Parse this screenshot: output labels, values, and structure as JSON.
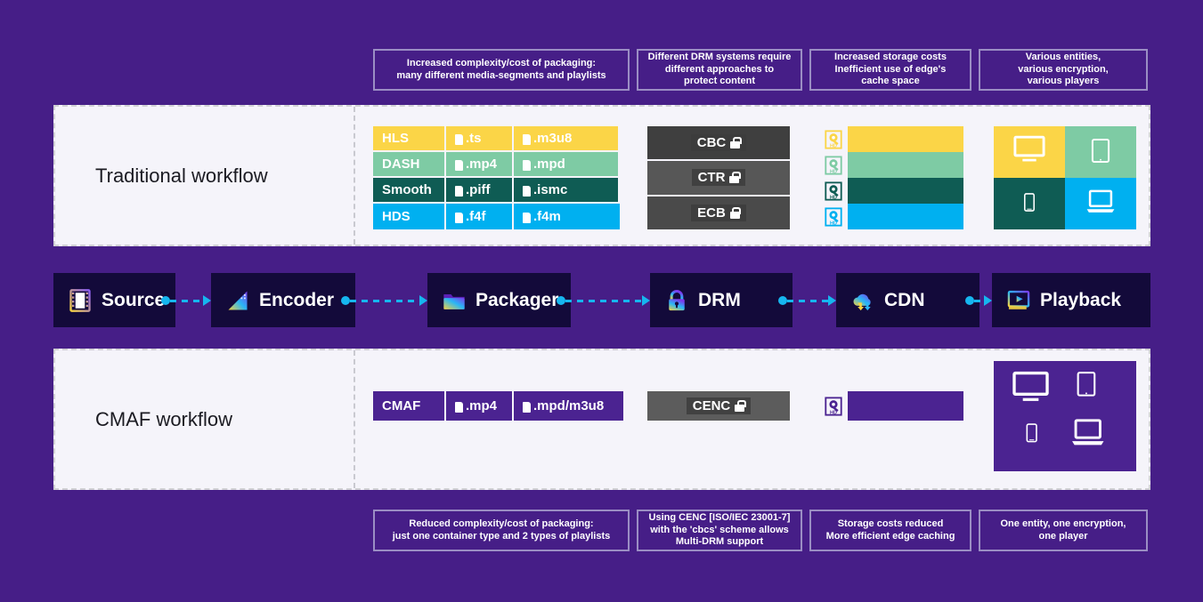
{
  "background_color": "#461E87",
  "top_callouts": [
    {
      "text": "Increased complexity/cost of packaging:\nmany different media-segments and playlists"
    },
    {
      "text": "Different DRM systems require\ndifferent approaches to\nprotect content"
    },
    {
      "text": "Increased storage costs\nInefficient use of edge's\ncache space"
    },
    {
      "text": "Various entities,\nvarious encryption,\nvarious players"
    }
  ],
  "bottom_callouts": [
    {
      "text": "Reduced complexity/cost of packaging:\njust one container type and 2 types of playlists"
    },
    {
      "text": "Using CENC [ISO/IEC 23001-7]\nwith the 'cbcs' scheme allows\nMulti-DRM support"
    },
    {
      "text": "Storage costs reduced\nMore efficient edge caching"
    },
    {
      "text": "One entity, one encryption,\none player"
    }
  ],
  "traditional": {
    "title": "Traditional workflow",
    "formats": [
      {
        "name": "HLS",
        "container": ".ts",
        "playlist": ".m3u8",
        "color": "#fbd547"
      },
      {
        "name": "DASH",
        "container": ".mp4",
        "playlist": ".mpd",
        "color": "#7ecba4"
      },
      {
        "name": "Smooth",
        "container": ".piff",
        "playlist": ".ismc",
        "color": "#0f5c54"
      },
      {
        "name": "HDS",
        "container": ".f4f",
        "playlist": ".f4m",
        "color": "#00b0f0"
      }
    ],
    "encryption": [
      {
        "label": "CBC",
        "texture": "tx-dots",
        "color": "#3f3f3f"
      },
      {
        "label": "CTR",
        "texture": "tx-diag",
        "color": "#575757"
      },
      {
        "label": "ECB",
        "texture": "tx-dash",
        "color": "#4a4a4a"
      }
    ],
    "cdn_cache": [
      {
        "icon": "hd-disk-icon",
        "texture": "tx-dots",
        "color": "#fbd547"
      },
      {
        "icon": "hd-disk-icon",
        "texture": "tx-diag",
        "color": "#7ecba4"
      },
      {
        "icon": "hd-disk-icon",
        "texture": "tx-diag",
        "color": "#0f5c54"
      },
      {
        "icon": "hd-disk-icon",
        "texture": "tx-dash",
        "color": "#00b0f0"
      }
    ],
    "devices": [
      {
        "icon": "tv-icon",
        "texture": "tx-dots",
        "color": "#fbd547"
      },
      {
        "icon": "tablet-icon",
        "texture": "tx-diag",
        "color": "#7ecba4"
      },
      {
        "icon": "phone-icon",
        "texture": "tx-diag",
        "color": "#0f5c54"
      },
      {
        "icon": "laptop-icon",
        "texture": "tx-dash",
        "color": "#00b0f0"
      }
    ]
  },
  "cmaf": {
    "title": "CMAF workflow",
    "format": {
      "name": "CMAF",
      "container": ".mp4",
      "playlist": ".mpd/m3u8",
      "color": "#4b2391"
    },
    "encryption": {
      "label": "CENC",
      "texture": "tx-cross",
      "color": "#5c5c5c"
    },
    "cdn_cache": {
      "icon": "hd-disk-icon",
      "texture": "tx-cross",
      "color": "#4b2391"
    },
    "devices": {
      "icons": [
        "tv-icon",
        "tablet-icon",
        "phone-icon",
        "laptop-icon"
      ],
      "texture": "tx-cross",
      "color": "#4b2391"
    }
  },
  "pipeline": {
    "accent_color": "#16b6ef",
    "node_color": "#130a3a",
    "nodes": [
      {
        "label": "Source",
        "icon": "film-strip-icon"
      },
      {
        "label": "Encoder",
        "icon": "encoder-gradient-icon"
      },
      {
        "label": "Packager",
        "icon": "folder-icon"
      },
      {
        "label": "DRM",
        "icon": "padlock-icon"
      },
      {
        "label": "CDN",
        "icon": "cloud-download-icon"
      },
      {
        "label": "Playback",
        "icon": "media-player-icon"
      }
    ]
  }
}
